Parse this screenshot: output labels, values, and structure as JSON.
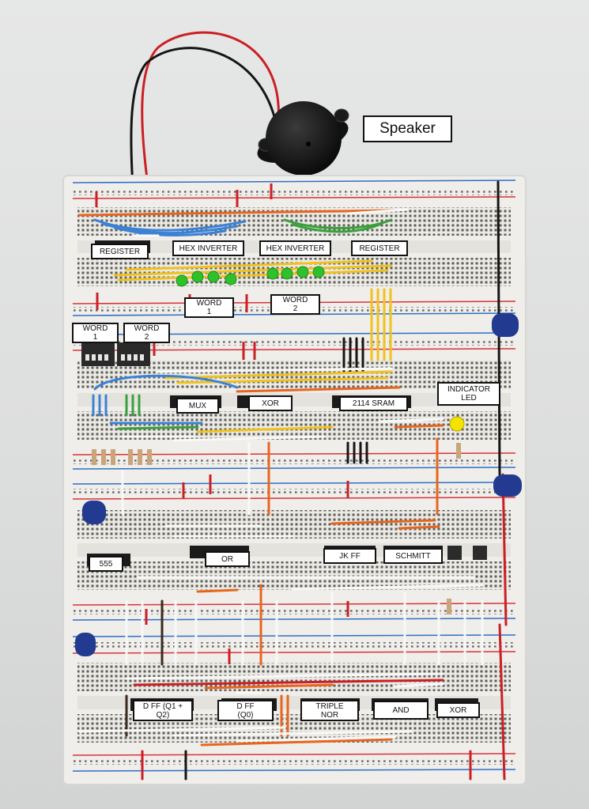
{
  "labels": {
    "speaker": "Speaker",
    "register_left": "REGISTER",
    "hex_inverter_1": "HEX INVERTER",
    "hex_inverter_2": "HEX INVERTER",
    "register_right": "REGISTER",
    "word1_led": "WORD\n1",
    "word2_led": "WORD\n2",
    "word1_switch": "WORD\n1",
    "word2_switch": "WORD\n2",
    "mux": "MUX",
    "xor_top": "XOR",
    "sram": "2114 SRAM",
    "indicator_led": "INDICATOR\nLED",
    "timer_555": "555",
    "or_gate": "OR",
    "jk_ff": "JK FF",
    "schmitt": "SCHMITT",
    "dff_q1q2": "D FF (Q1 +\nQ2)",
    "dff_q0": "D FF\n(Q0)",
    "triple_nor": "TRIPLE\nNOR",
    "and_gate": "AND",
    "xor_bottom": "XOR"
  },
  "colors": {
    "board": "#efeeea",
    "rail_red": "#d8333a",
    "rail_blue": "#2f6fc4",
    "hole": "#5b5b58",
    "wire_red": "#cc1f24",
    "wire_black": "#151515",
    "wire_blue": "#3b82d6",
    "wire_green": "#3aa03c",
    "wire_yellow": "#f1c21b",
    "wire_orange": "#e8651e",
    "wire_white": "#f8f8f8",
    "led_green": "#2fc12c",
    "led_yellow": "#f4e200",
    "capacitor": "#223a8f"
  },
  "icons": {
    "speaker": "piezo-buzzer-icon",
    "led": "led-icon",
    "capacitor": "electrolytic-capacitor-icon",
    "dip_switch": "dip-switch-icon",
    "push_button": "push-button-icon"
  }
}
